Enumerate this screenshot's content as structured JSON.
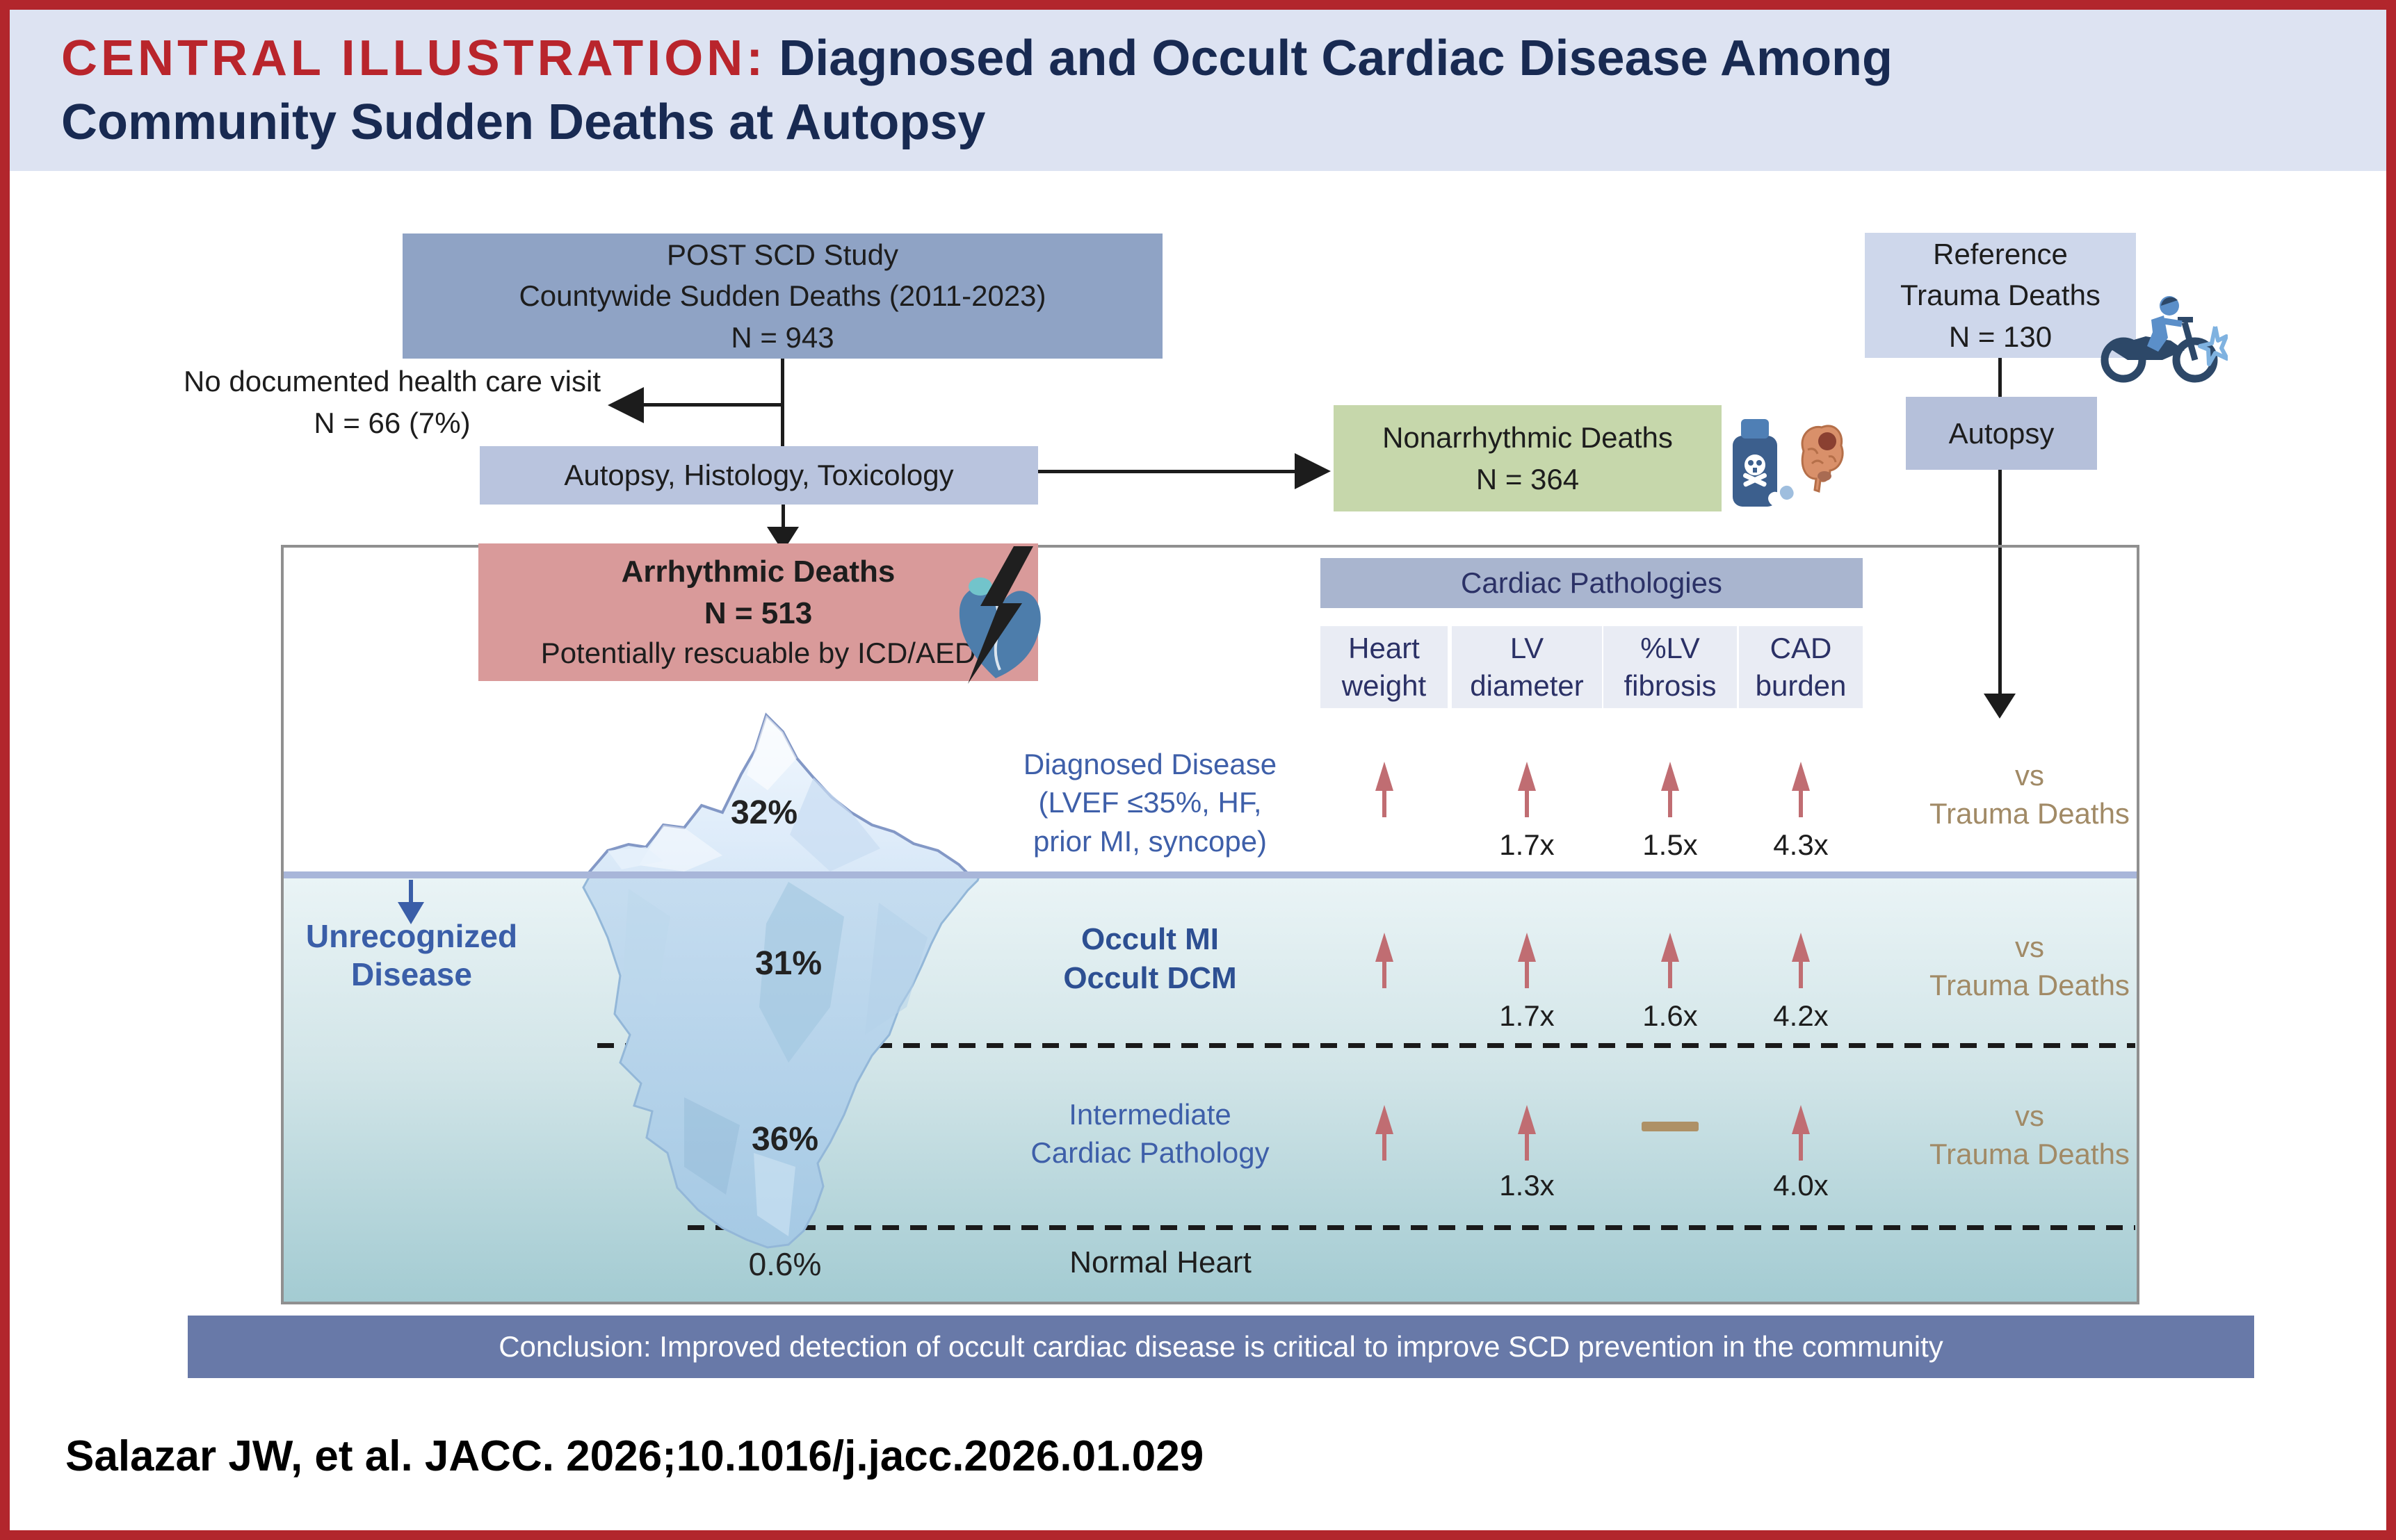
{
  "title": {
    "red": "CENTRAL ILLUSTRATION:",
    "line1_rest": "Diagnosed and Occult Cardiac Disease Among",
    "line2": "Community Sudden Deaths at Autopsy"
  },
  "flow": {
    "post_study": [
      "POST SCD Study",
      "Countywide Sudden Deaths (2011-2023)",
      "N = 943"
    ],
    "excluded": [
      "No documented health care visit",
      "N = 66 (7%)"
    ],
    "autopsy_histology": "Autopsy, Histology, Toxicology",
    "nonarrhythmic": [
      "Nonarrhythmic Deaths",
      "N = 364"
    ],
    "reference": [
      "Reference",
      "Trauma Deaths",
      "N = 130"
    ],
    "autopsy_right": "Autopsy",
    "arrhythmic": [
      "Arrhythmic Deaths",
      "N = 513",
      "Potentially rescuable by ICD/AED"
    ]
  },
  "pathology": {
    "header": "Cardiac Pathologies",
    "columns": [
      [
        "Heart",
        "weight"
      ],
      [
        "LV",
        "diameter"
      ],
      [
        "%LV",
        "fibrosis"
      ],
      [
        "CAD",
        "burden"
      ]
    ],
    "unrecognized": [
      "Unrecognized",
      "Disease"
    ],
    "rows": [
      {
        "label": [
          "Diagnosed Disease",
          "(LVEF ≤35%, HF,",
          "prior MI, syncope)"
        ],
        "percent": "32%",
        "values": [
          "1.7x",
          "1.5x",
          "4.3x"
        ],
        "vs": [
          "vs",
          "Trauma Deaths"
        ]
      },
      {
        "label": [
          "Occult MI",
          "Occult DCM"
        ],
        "percent": "31%",
        "values": [
          "1.7x",
          "1.6x",
          "4.2x"
        ],
        "vs": [
          "vs",
          "Trauma Deaths"
        ]
      },
      {
        "label": [
          "Intermediate",
          "Cardiac Pathology"
        ],
        "percent": "36%",
        "values": [
          "1.3x",
          "4.0x"
        ],
        "vs": [
          "vs",
          "Trauma Deaths"
        ]
      },
      {
        "label": [
          "Normal Heart"
        ],
        "percent": "0.6%"
      }
    ]
  },
  "conclusion": "Conclusion: Improved detection of occult cardiac disease is critical to improve SCD prevention in the community",
  "citation": "Salazar JW, et al. JACC. 2026;10.1016/j.jacc.2026.01.029",
  "icons": {
    "motorcycle-crash-icon": "motorcycle crash (trauma death)",
    "poison-bottle-icon": "poison bottle with pill (overdose)",
    "brain-icon": "brain with hemorrhage (neurologic death)",
    "heart-lightning-icon": "heart struck by lightning bolt (arrhythmia)"
  },
  "colors": {
    "frame_red": "#b2262c",
    "title_bg": "#dde3f2",
    "title_red": "#b9252c",
    "navy": "#182a52",
    "post_box": "#8fa3c5",
    "light_blue_box": "#b9c4de",
    "reference_box": "#ced7eb",
    "green_box": "#c6d7ab",
    "pink_box": "#d99a9a",
    "header_box": "#a9b5cf",
    "column_box": "#e9ecf4",
    "waterline": "#a8b6d9",
    "up_arrow": "#c06d72",
    "vs_tan": "#a18a66",
    "blue_label": "#3e5fa9",
    "conclusion_bar": "#6879a8"
  }
}
